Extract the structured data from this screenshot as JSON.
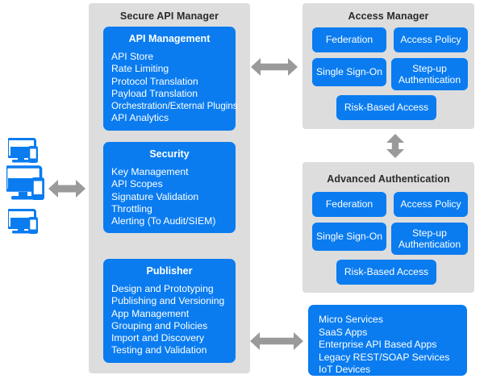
{
  "colors": {
    "blue": "#0a7cf0",
    "panel_gray": "#dddddd",
    "arrow_gray": "#9a9a9a",
    "title_text": "#2b2b2b",
    "background": "#ffffff"
  },
  "devices": {
    "icon_names": [
      "desktop-and-mobile-icon",
      "desktop-and-mobile-icon",
      "desktop-and-mobile-icon"
    ],
    "count": 3
  },
  "arrows": {
    "clients_to_manager": {
      "name": "arrow-clients-to-secure-api-manager",
      "direction": "bidirectional-horizontal"
    },
    "manager_to_access": {
      "name": "arrow-secure-api-manager-to-access-manager",
      "direction": "bidirectional-horizontal"
    },
    "access_to_advanced": {
      "name": "arrow-access-manager-to-advanced-authentication",
      "direction": "bidirectional-vertical"
    },
    "publisher_to_services": {
      "name": "arrow-publisher-to-services",
      "direction": "bidirectional-horizontal"
    }
  },
  "secure_api_manager": {
    "title": "Secure API Manager",
    "sections": [
      {
        "title": "API Management",
        "items": [
          "API Store",
          "Rate Limiting",
          "Protocol Translation",
          "Payload Translation",
          "Orchestration/External Plugins",
          "API Analytics"
        ]
      },
      {
        "title": "Security",
        "items": [
          "Key Management",
          "API Scopes",
          "Signature Validation",
          "Throttling",
          "Alerting (To Audit/SIEM)"
        ]
      },
      {
        "title": "Publisher",
        "items": [
          "Design and Prototyping",
          "Publishing and Versioning",
          "App Management",
          "Grouping and Policies",
          "Import and Discovery",
          "Testing and Validation"
        ]
      }
    ]
  },
  "access_manager": {
    "title": "Access Manager",
    "capabilities": [
      "Federation",
      "Access Policy",
      "Single Sign-On",
      "Step-up Authentication",
      "Risk-Based Access"
    ]
  },
  "advanced_authentication": {
    "title": "Advanced Authentication",
    "capabilities": [
      "Federation",
      "Access Policy",
      "Single Sign-On",
      "Step-up Authentication",
      "Risk-Based Access"
    ]
  },
  "services": {
    "items": [
      "Micro Services",
      "SaaS Apps",
      "Enterprise API Based Apps",
      "Legacy REST/SOAP Services",
      "IoT Devices"
    ]
  }
}
